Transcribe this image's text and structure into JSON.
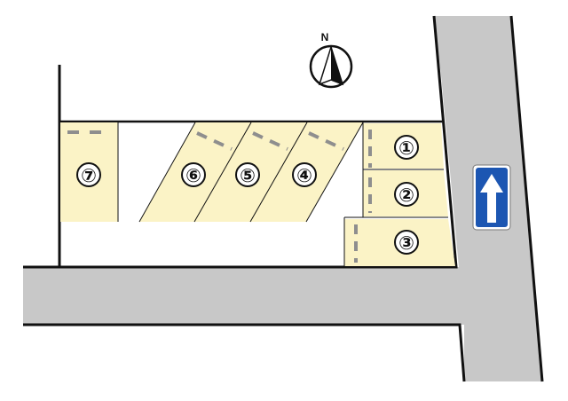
{
  "compass": {
    "label": "N"
  },
  "spaces": [
    {
      "id": "space-1",
      "label": "①"
    },
    {
      "id": "space-2",
      "label": "②"
    },
    {
      "id": "space-3",
      "label": "③"
    },
    {
      "id": "space-4",
      "label": "④"
    },
    {
      "id": "space-5",
      "label": "⑤"
    },
    {
      "id": "space-6",
      "label": "⑥"
    },
    {
      "id": "space-7",
      "label": "⑦"
    }
  ],
  "traffic_sign": {
    "icon": "one-way-up-arrow-icon",
    "color": "#1c56b2"
  },
  "colors": {
    "road": "#c8c8c8",
    "space_fill": "#fbf3c6",
    "dash": "#8e8e8e",
    "outline": "#111111"
  }
}
